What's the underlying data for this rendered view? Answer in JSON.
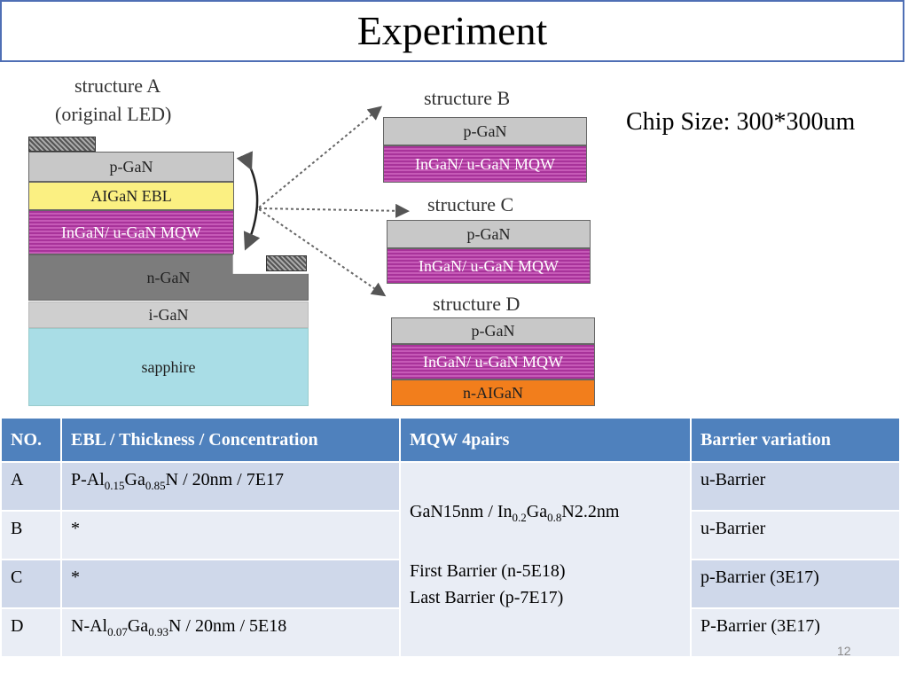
{
  "slide": {
    "title": "Experiment",
    "chip_size": "Chip Size: 300*300um",
    "page_number": "12"
  },
  "diagram": {
    "structure_a": {
      "label_line1": "structure A",
      "label_line2": "(original LED)",
      "layers": [
        "p-GaN",
        "AIGaN EBL",
        "InGaN/ u-GaN MQW",
        "n-GaN",
        "i-GaN",
        "sapphire"
      ]
    },
    "structure_b": {
      "label": "structure B",
      "layers": [
        "p-GaN",
        "InGaN/ u-GaN MQW"
      ]
    },
    "structure_c": {
      "label": "structure C",
      "layers": [
        "p-GaN",
        "InGaN/ u-GaN MQW"
      ]
    },
    "structure_d": {
      "label": "structure D",
      "layers": [
        "p-GaN",
        "InGaN/ u-GaN MQW",
        "n-AIGaN"
      ]
    },
    "colors": {
      "p_gan": "#c8c8c8",
      "ebl": "#fbf082",
      "mqw": "#a8339a",
      "n_gan": "#7c7c7c",
      "i_gan": "#cfcfcf",
      "sapphire": "#a9dde6",
      "n_algan": "#f27e1c"
    }
  },
  "table": {
    "headers": [
      "NO.",
      "EBL / Thickness / Concentration",
      "MQW 4pairs",
      "Barrier  variation"
    ],
    "rows": [
      {
        "no": "A",
        "ebl_prefix": "P-Al",
        "ebl_sub1": "0.15",
        "ebl_mid": "Ga",
        "ebl_sub2": "0.85",
        "ebl_suffix": "N / 20nm  / 7E17",
        "barrier": "u-Barrier"
      },
      {
        "no": "B",
        "ebl": "*",
        "barrier": "u-Barrier"
      },
      {
        "no": "C",
        "ebl": "*",
        "barrier": "p-Barrier  (3E17)"
      },
      {
        "no": "D",
        "ebl_prefix": "N-Al",
        "ebl_sub1": "0.07",
        "ebl_mid": "Ga",
        "ebl_sub2": "0.93",
        "ebl_suffix": "N / 20nm / 5E18",
        "barrier": "P-Barrier  (3E17)"
      }
    ],
    "mqw": {
      "line1_prefix": "GaN15nm / In",
      "line1_sub1": "0.2",
      "line1_mid": "Ga",
      "line1_sub2": "0.8",
      "line1_suffix": "N2.2nm",
      "line2": "First Barrier (n-5E18)",
      "line3": "Last Barrier (p-7E17)"
    },
    "header_color": "#4f81bd",
    "row_color_dark": "#cfd8ea",
    "row_color_light": "#e9edf5"
  }
}
